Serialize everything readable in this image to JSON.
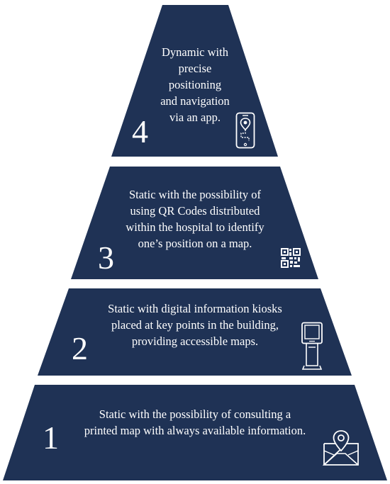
{
  "colors": {
    "tier_fill": "#1f3255",
    "text": "#ffffff",
    "background": "#ffffff"
  },
  "tiers": [
    {
      "level": "4",
      "text": "Dynamic with precise positioning and navigation via an app.",
      "lines": [
        "Dynamic with",
        "precise",
        "positioning",
        "and navigation",
        "via an app."
      ],
      "icon": "smartphone-navigation-icon"
    },
    {
      "level": "3",
      "text": "Static with the possibility of using QR Codes distributed within the hospital to identify one’s position on a map.",
      "lines": [
        "Static with the possibility of",
        "using QR Codes distributed",
        "within the hospital to identify",
        "one’s position on a map."
      ],
      "icon": "qr-code-icon"
    },
    {
      "level": "2",
      "text": "Static with digital information kiosks placed at key points in the building, providing accessible maps.",
      "lines": [
        "Static with digital information kiosks",
        "placed at key points in the building,",
        "providing accessible maps."
      ],
      "icon": "kiosk-icon"
    },
    {
      "level": "1",
      "text": "Static with the possibility of consulting a printed map with always available information.",
      "lines": [
        "Static with the possibility of consulting a",
        "printed map with always available information."
      ],
      "icon": "map-pin-icon"
    }
  ]
}
